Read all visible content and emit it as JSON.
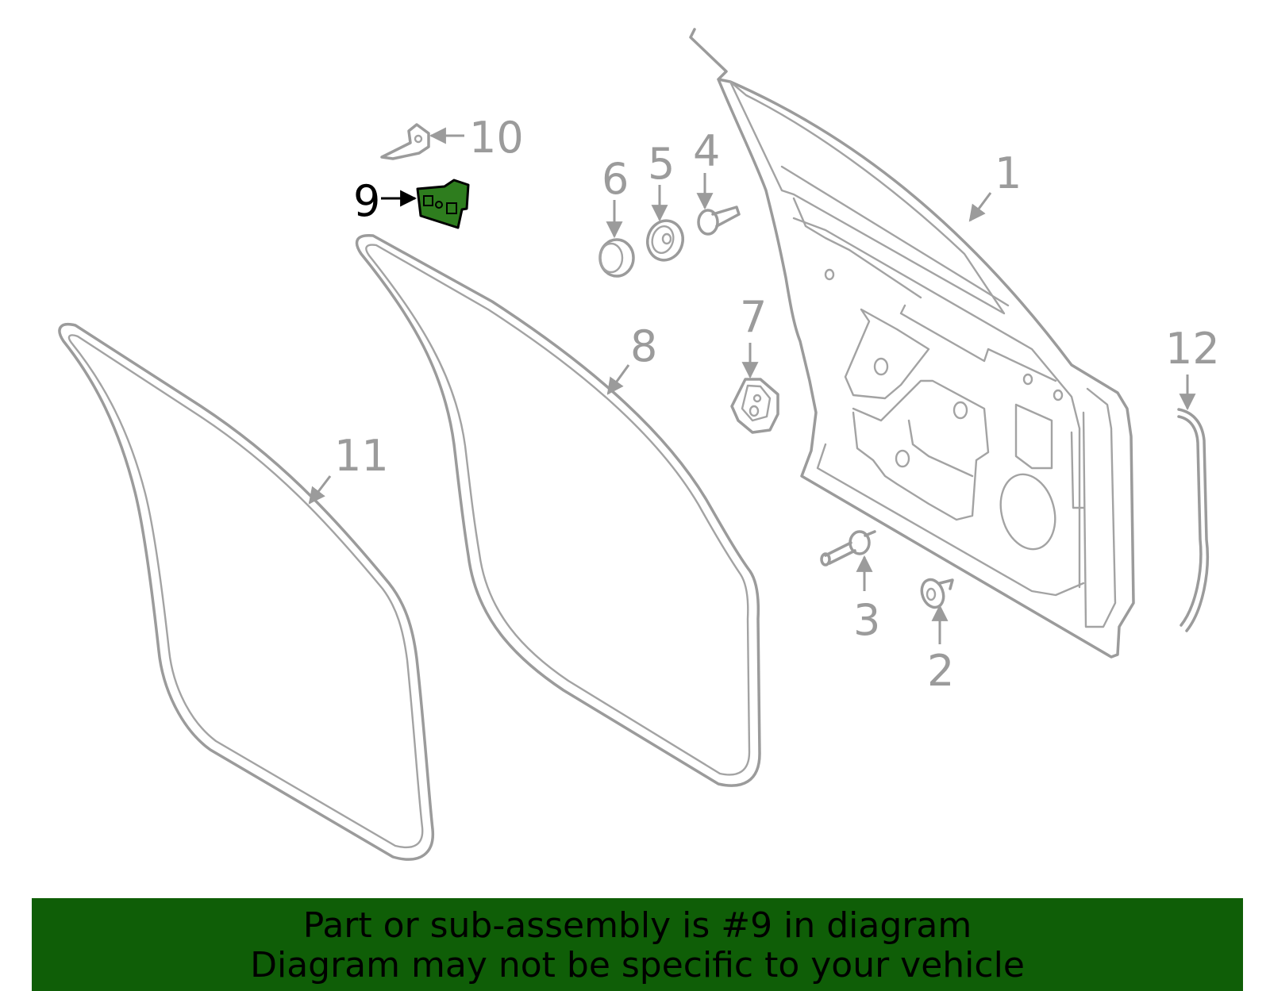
{
  "diagram": {
    "highlight_color": "#2e7d1e",
    "part_color": "#9b9b9b",
    "callouts": [
      {
        "id": "1",
        "text": "1"
      },
      {
        "id": "2",
        "text": "2"
      },
      {
        "id": "3",
        "text": "3"
      },
      {
        "id": "4",
        "text": "4"
      },
      {
        "id": "5",
        "text": "5"
      },
      {
        "id": "6",
        "text": "6"
      },
      {
        "id": "7",
        "text": "7"
      },
      {
        "id": "8",
        "text": "8"
      },
      {
        "id": "9",
        "text": "9",
        "highlighted": true
      },
      {
        "id": "10",
        "text": "10"
      },
      {
        "id": "11",
        "text": "11"
      },
      {
        "id": "12",
        "text": "12"
      }
    ]
  },
  "banner": {
    "background": "#0f5e07",
    "line1": "Part or sub-assembly is #9 in diagram",
    "line2": "Diagram may not be specific to your vehicle"
  }
}
